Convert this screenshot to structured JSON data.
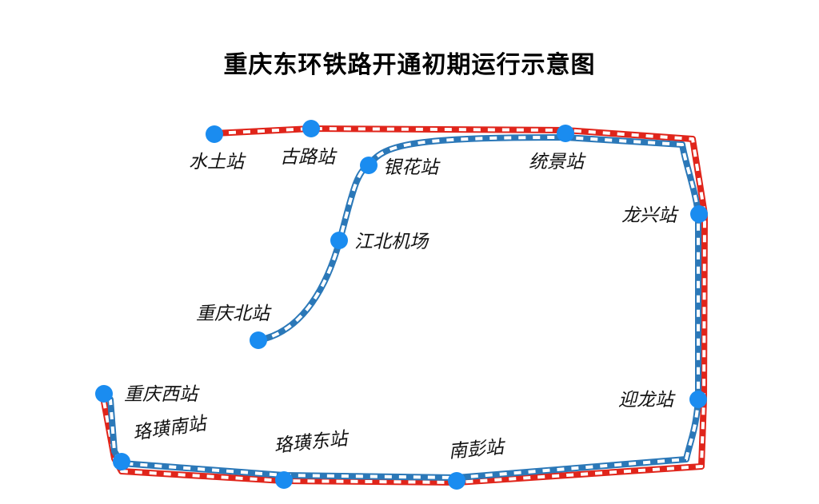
{
  "title": "重庆东环铁路开通初期运行示意图",
  "colors": {
    "red_line": "#e0251b",
    "blue_line": "#2b78b8",
    "dash_white": "#ffffff",
    "station_dot": "#1a8cf0",
    "text": "#111111"
  },
  "stations": [
    {
      "id": "shuitu",
      "name": "水土站"
    },
    {
      "id": "gulu",
      "name": "古路站"
    },
    {
      "id": "yinhua",
      "name": "银花站"
    },
    {
      "id": "tongjing",
      "name": "统景站"
    },
    {
      "id": "longxing",
      "name": "龙兴站"
    },
    {
      "id": "jiangbei-airport",
      "name": "江北机场"
    },
    {
      "id": "chongqing-north",
      "name": "重庆北站"
    },
    {
      "id": "chongqing-west",
      "name": "重庆西站"
    },
    {
      "id": "luohuang-south",
      "name": "珞璜南站"
    },
    {
      "id": "luohuang-east",
      "name": "珞璜东站"
    },
    {
      "id": "nanpeng",
      "name": "南彭站"
    },
    {
      "id": "yinglong",
      "name": "迎龙站"
    }
  ]
}
